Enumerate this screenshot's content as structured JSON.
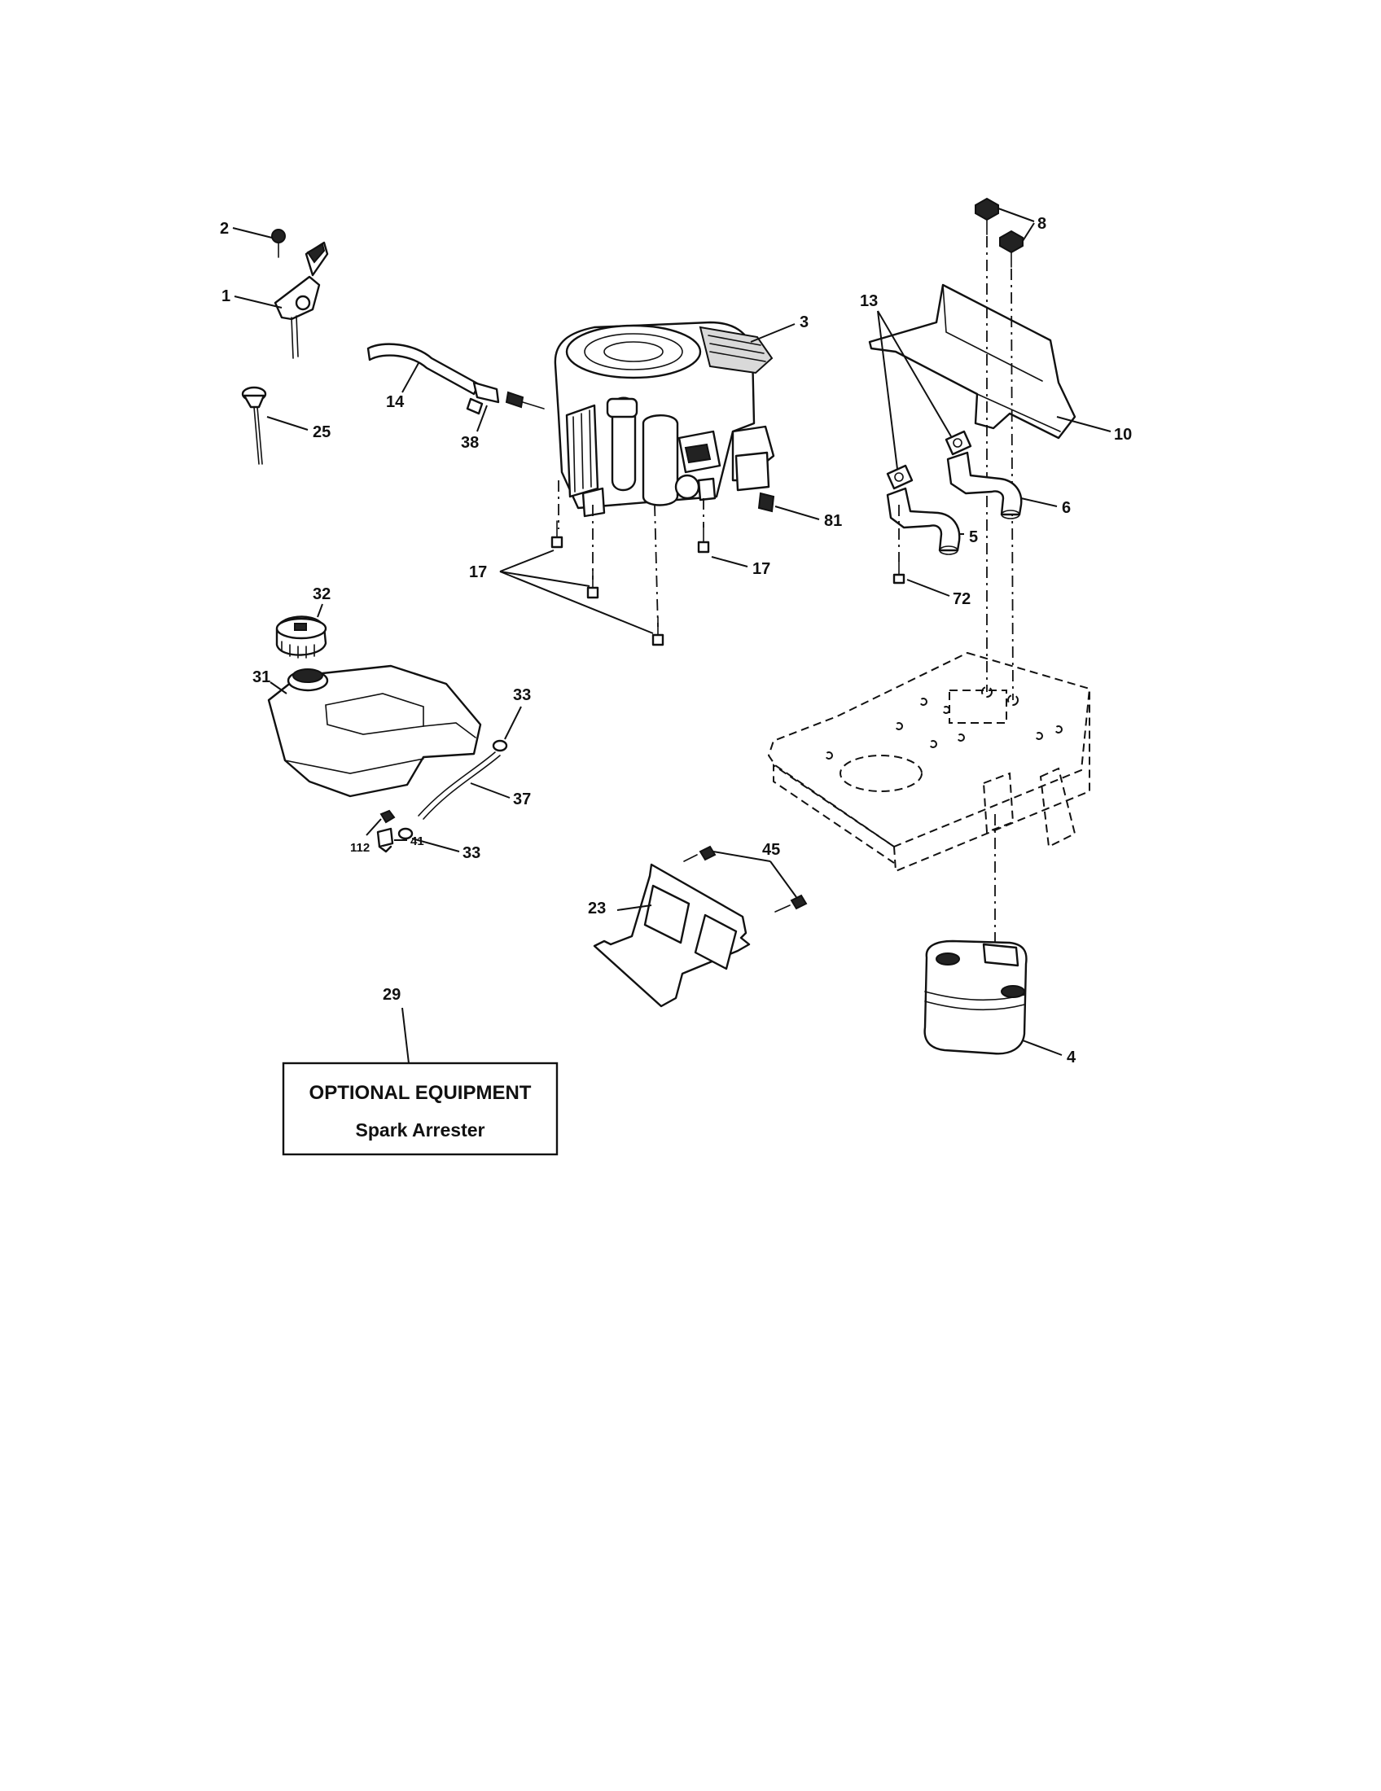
{
  "callouts": {
    "c1": "1",
    "c2": "2",
    "c3": "3",
    "c4": "4",
    "c5": "5",
    "c6": "6",
    "c8": "8",
    "c10": "10",
    "c13": "13",
    "c14": "14",
    "c17a": "17",
    "c17b": "17",
    "c23": "23",
    "c25": "25",
    "c29": "29",
    "c31": "31",
    "c32": "32",
    "c33a": "33",
    "c33b": "33",
    "c37": "37",
    "c38": "38",
    "c41": "41",
    "c45": "45",
    "c72": "72",
    "c81": "81",
    "c112": "112"
  },
  "optional_box": {
    "heading": "OPTIONAL EQUIPMENT",
    "item": "Spark Arrester"
  }
}
